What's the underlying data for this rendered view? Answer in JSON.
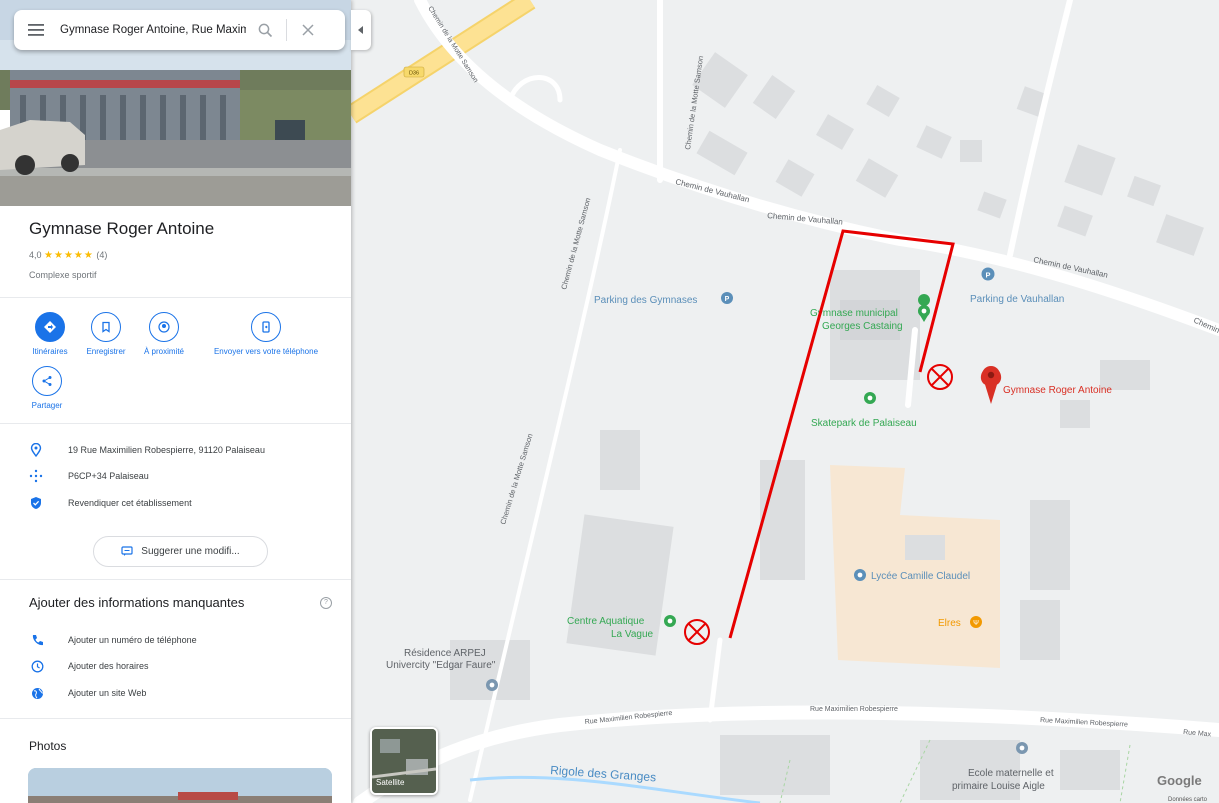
{
  "search": {
    "value": "Gymnase Roger Antoine, Rue Maximilien Robespierre"
  },
  "place": {
    "name": "Gymnase Roger Antoine",
    "rating": "4,0",
    "stars": "★★★★★",
    "reviews": "(4)",
    "category": "Complexe sportif"
  },
  "actions": [
    {
      "label": "Itinéraires",
      "icon": "directions-icon"
    },
    {
      "label": "Enregistrer",
      "icon": "bookmark-icon"
    },
    {
      "label": "À proximité",
      "icon": "nearby-icon"
    },
    {
      "label": "Envoyer vers votre téléphone",
      "icon": "send-to-phone-icon"
    },
    {
      "label": "Partager",
      "icon": "share-icon"
    }
  ],
  "info": {
    "address": "19 Rue Maximilien Robespierre, 91120 Palaiseau",
    "pluscode": "P6CP+34 Palaiseau",
    "claim": "Revendiquer cet établissement"
  },
  "suggest_label": "Suggerer une modifi...",
  "missing": {
    "title": "Ajouter des informations manquantes",
    "help": "?",
    "items": [
      "Ajouter un numéro de téléphone",
      "Ajouter des horaires",
      "Ajouter un site Web"
    ]
  },
  "photos_title": "Photos",
  "map": {
    "road_badge": "D36",
    "streets": {
      "motte_samson_top": "Chemin de la Motte Samson",
      "motte_samson_mid": "Chemin de la Motte Samson",
      "motte_samson_low": "Chemin de la Motte Samson",
      "vauhallan_a": "Chemin de Vauhallan",
      "vauhallan_b": "Chemin de Vauhallan",
      "vauhallan_c": "Chemin de Vauhallan",
      "vauhallan_d": "Chemin",
      "robespierre_a": "Rue Maximilien Robespierre",
      "robespierre_b": "Rue Maximilien Robespierre",
      "robespierre_c": "Rue Maximilien Robespierre",
      "robespierre_d": "Rue Max",
      "rigole": "Rigole des Granges"
    },
    "pois": {
      "parking_gymnases": "Parking des Gymnases",
      "parking_vauhallan": "Parking de Vauhallan",
      "gymnase_castaing_1": "Gymnase municipal",
      "gymnase_castaing_2": "Georges Castaing",
      "roger_antoine": "Gymnase Roger Antoine",
      "skatepark": "Skatepark de Palaiseau",
      "lycee": "Lycée Camille Claudel",
      "elres": "Elres",
      "aquatique_1": "Centre Aquatique",
      "aquatique_2": "La Vague",
      "arpej_1": "Résidence ARPEJ",
      "arpej_2": "Univercity \"Edgar Faure\"",
      "ecole_1": "Ecole maternelle et",
      "ecole_2": "primaire Louise Aigle"
    },
    "colors": {
      "drawn_path": "#e60000",
      "poi_green": "#34a853",
      "poi_blue": "#5b8fb9",
      "poi_red": "#d93025",
      "poi_orange": "#f29900"
    }
  },
  "satellite_label": "Satellite",
  "google_logo": "Google",
  "terms": "Données carto"
}
